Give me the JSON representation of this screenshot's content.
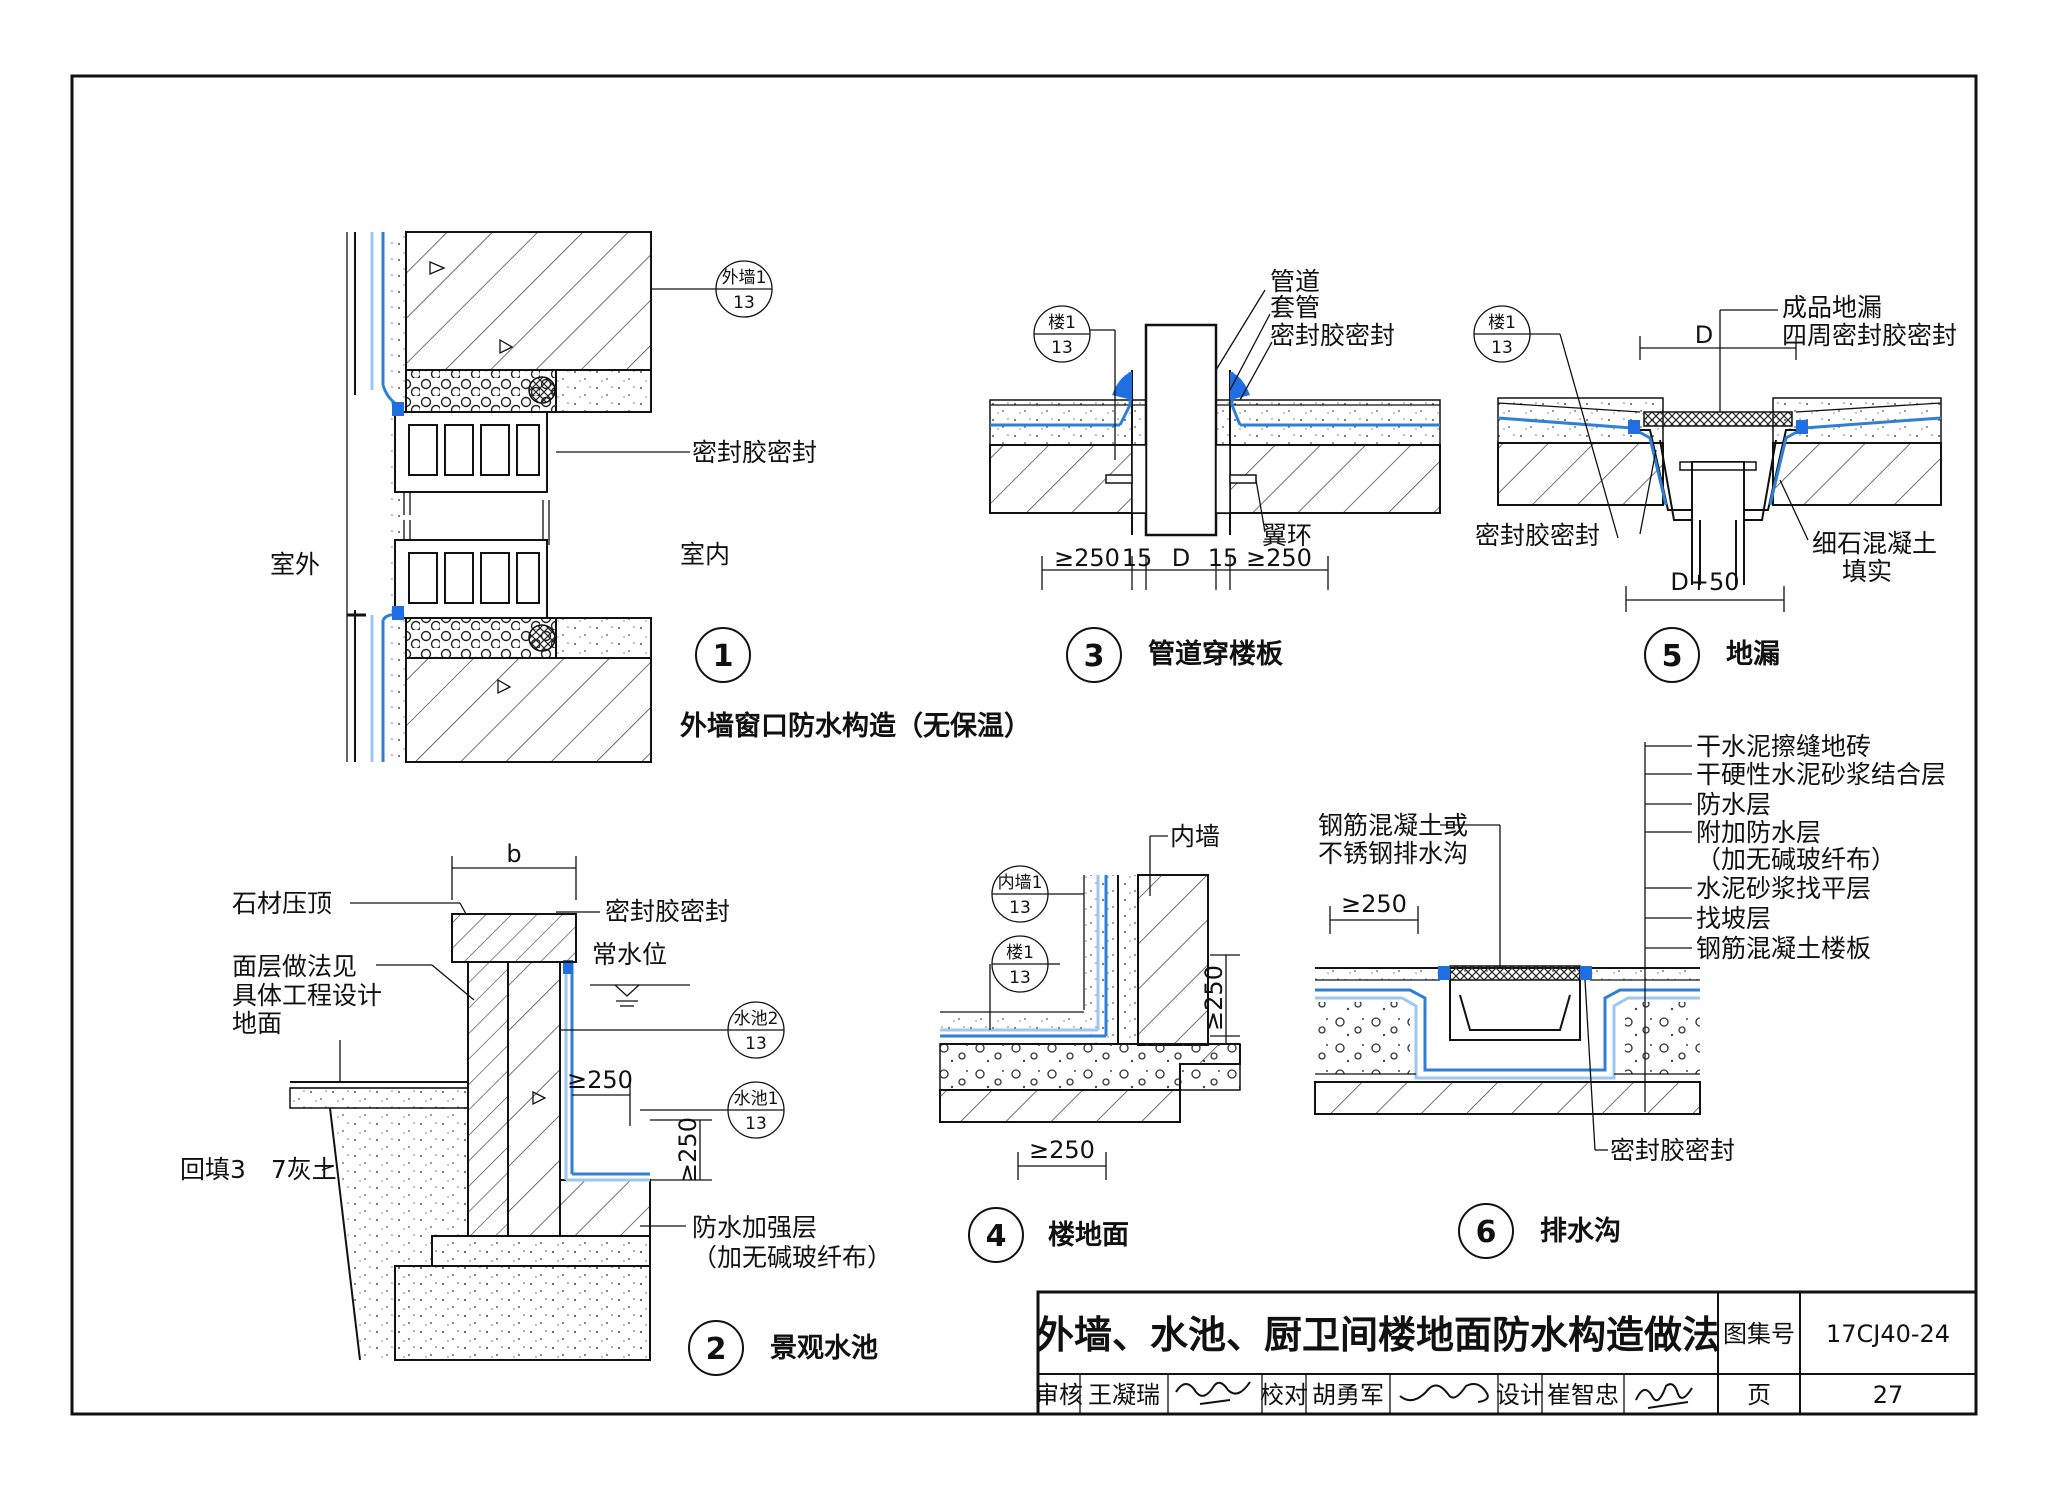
{
  "details": [
    {
      "number": "1",
      "title": "外墙窗口防水构造（无保温）",
      "labels": {
        "outside": "室外",
        "inside": "室内",
        "sealant": "密封胶密封"
      },
      "refs": [
        {
          "top": "外墙1",
          "bottom": "13"
        }
      ]
    },
    {
      "number": "2",
      "title": "景观水池",
      "labels": {
        "stone_coping": "石材压顶",
        "finish_line1": "面层做法见",
        "finish_line2": "具体工程设计",
        "finish_line3": "地面",
        "sealant": "密封胶密封",
        "water_level": "常水位",
        "backfill": "回填3　7灰土",
        "reinforce_line1": "防水加强层",
        "reinforce_line2": "（加无碱玻纤布）"
      },
      "dims": {
        "width": "b",
        "h250": "≥250",
        "v250": "≥250"
      },
      "refs": [
        {
          "top": "水池2",
          "bottom": "13"
        },
        {
          "top": "水池1",
          "bottom": "13"
        }
      ]
    },
    {
      "number": "3",
      "title": "管道穿楼板",
      "labels": {
        "pipe": "管道",
        "sleeve": "套管",
        "sealant": "密封胶密封",
        "flange_ring": "翼环"
      },
      "dims": {
        "left": "≥250",
        "gap_left": "15",
        "diameter": "D",
        "gap_right": "15",
        "right": "≥250"
      },
      "refs": [
        {
          "top": "楼1",
          "bottom": "13"
        }
      ]
    },
    {
      "number": "4",
      "title": "楼地面",
      "labels": {
        "inner_wall": "内墙"
      },
      "dims": {
        "vertical": "≥250",
        "horizontal": "≥250"
      },
      "refs": [
        {
          "top": "内墙1",
          "bottom": "13"
        },
        {
          "top": "楼1",
          "bottom": "13"
        }
      ]
    },
    {
      "number": "5",
      "title": "地漏",
      "labels": {
        "drain_line1": "成品地漏",
        "drain_line2": "四周密封胶密封",
        "sealant": "密封胶密封",
        "fill_line1": "细石混凝土",
        "fill_line2": "填实"
      },
      "dims": {
        "diameter": "D",
        "outer": "D+50"
      },
      "refs": [
        {
          "top": "楼1",
          "bottom": "13"
        }
      ]
    },
    {
      "number": "6",
      "title": "排水沟",
      "labels": {
        "channel_line1": "钢筋混凝土或",
        "channel_line2": "不锈钢排水沟",
        "sealant": "密封胶密封"
      },
      "dims": {
        "width": "≥250"
      },
      "layers": [
        "干水泥擦缝地砖",
        "干硬性水泥砂浆结合层",
        "防水层",
        "附加防水层",
        "（加无碱玻纤布）",
        "水泥砂浆找平层",
        "找坡层",
        "钢筋混凝土楼板"
      ]
    }
  ],
  "title_block": {
    "title": "外墙、水池、厨卫间楼地面防水构造做法",
    "atlas_label": "图集号",
    "atlas_no": "17CJ40-24",
    "review_label": "审核",
    "reviewer": "王凝瑞",
    "check_label": "校对",
    "checker": "胡勇军",
    "design_label": "设计",
    "designer": "崔智忠",
    "page_label": "页",
    "page_no": "27"
  },
  "colors": {
    "waterproof": "#2f7fd6",
    "sealant": "#1f6fe0",
    "line": "#111111"
  }
}
